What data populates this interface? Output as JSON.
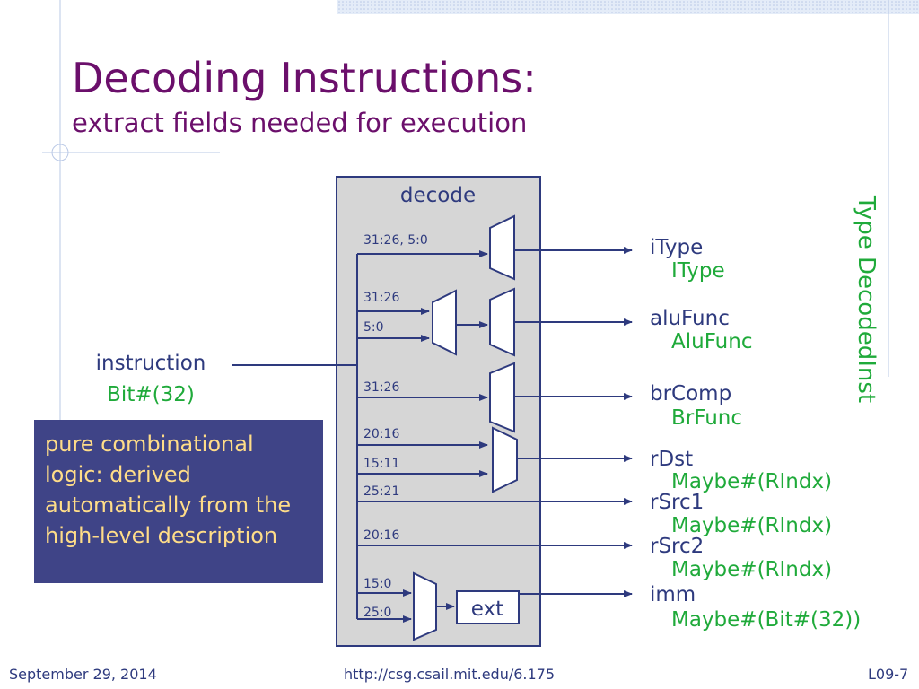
{
  "slide": {
    "title": "Decoding Instructions:",
    "subtitle": "extract fields needed for execution"
  },
  "diagram": {
    "box_label": "decode",
    "input": {
      "name": "instruction",
      "type": "Bit#(32)"
    },
    "field_labels": {
      "itype": "31:26, 5:0",
      "alu_a": "31:26",
      "alu_b": "5:0",
      "br": "31:26",
      "rdst_a": "20:16",
      "rdst_b": "15:11",
      "rsrc1": "25:21",
      "rsrc2": "20:16",
      "imm_a": "15:0",
      "imm_b": "25:0"
    },
    "ext_label": "ext",
    "outputs": [
      {
        "name": "iType",
        "type": "IType"
      },
      {
        "name": "aluFunc",
        "type": "AluFunc"
      },
      {
        "name": "brComp",
        "type": "BrFunc"
      },
      {
        "name": "rDst",
        "type": "Maybe#(RIndx)"
      },
      {
        "name": "rSrc1",
        "type": "Maybe#(RIndx)"
      },
      {
        "name": "rSrc2",
        "type": "Maybe#(RIndx)"
      },
      {
        "name": "imm",
        "type": "Maybe#(Bit#(32))"
      }
    ],
    "struct_label": "Type DecodedInst"
  },
  "note": "pure combinational logic: derived automatically from the high-level description",
  "footer": {
    "date": "September 29, 2014",
    "url": "http://csg.csail.mit.edu/6.175",
    "slide_number": "L09-7"
  },
  "colors": {
    "title": "#6b0f6b",
    "wire": "#2e3a7e",
    "type": "#1faa3a",
    "note_bg": "#3f4487",
    "note_text": "#ffdd88"
  }
}
